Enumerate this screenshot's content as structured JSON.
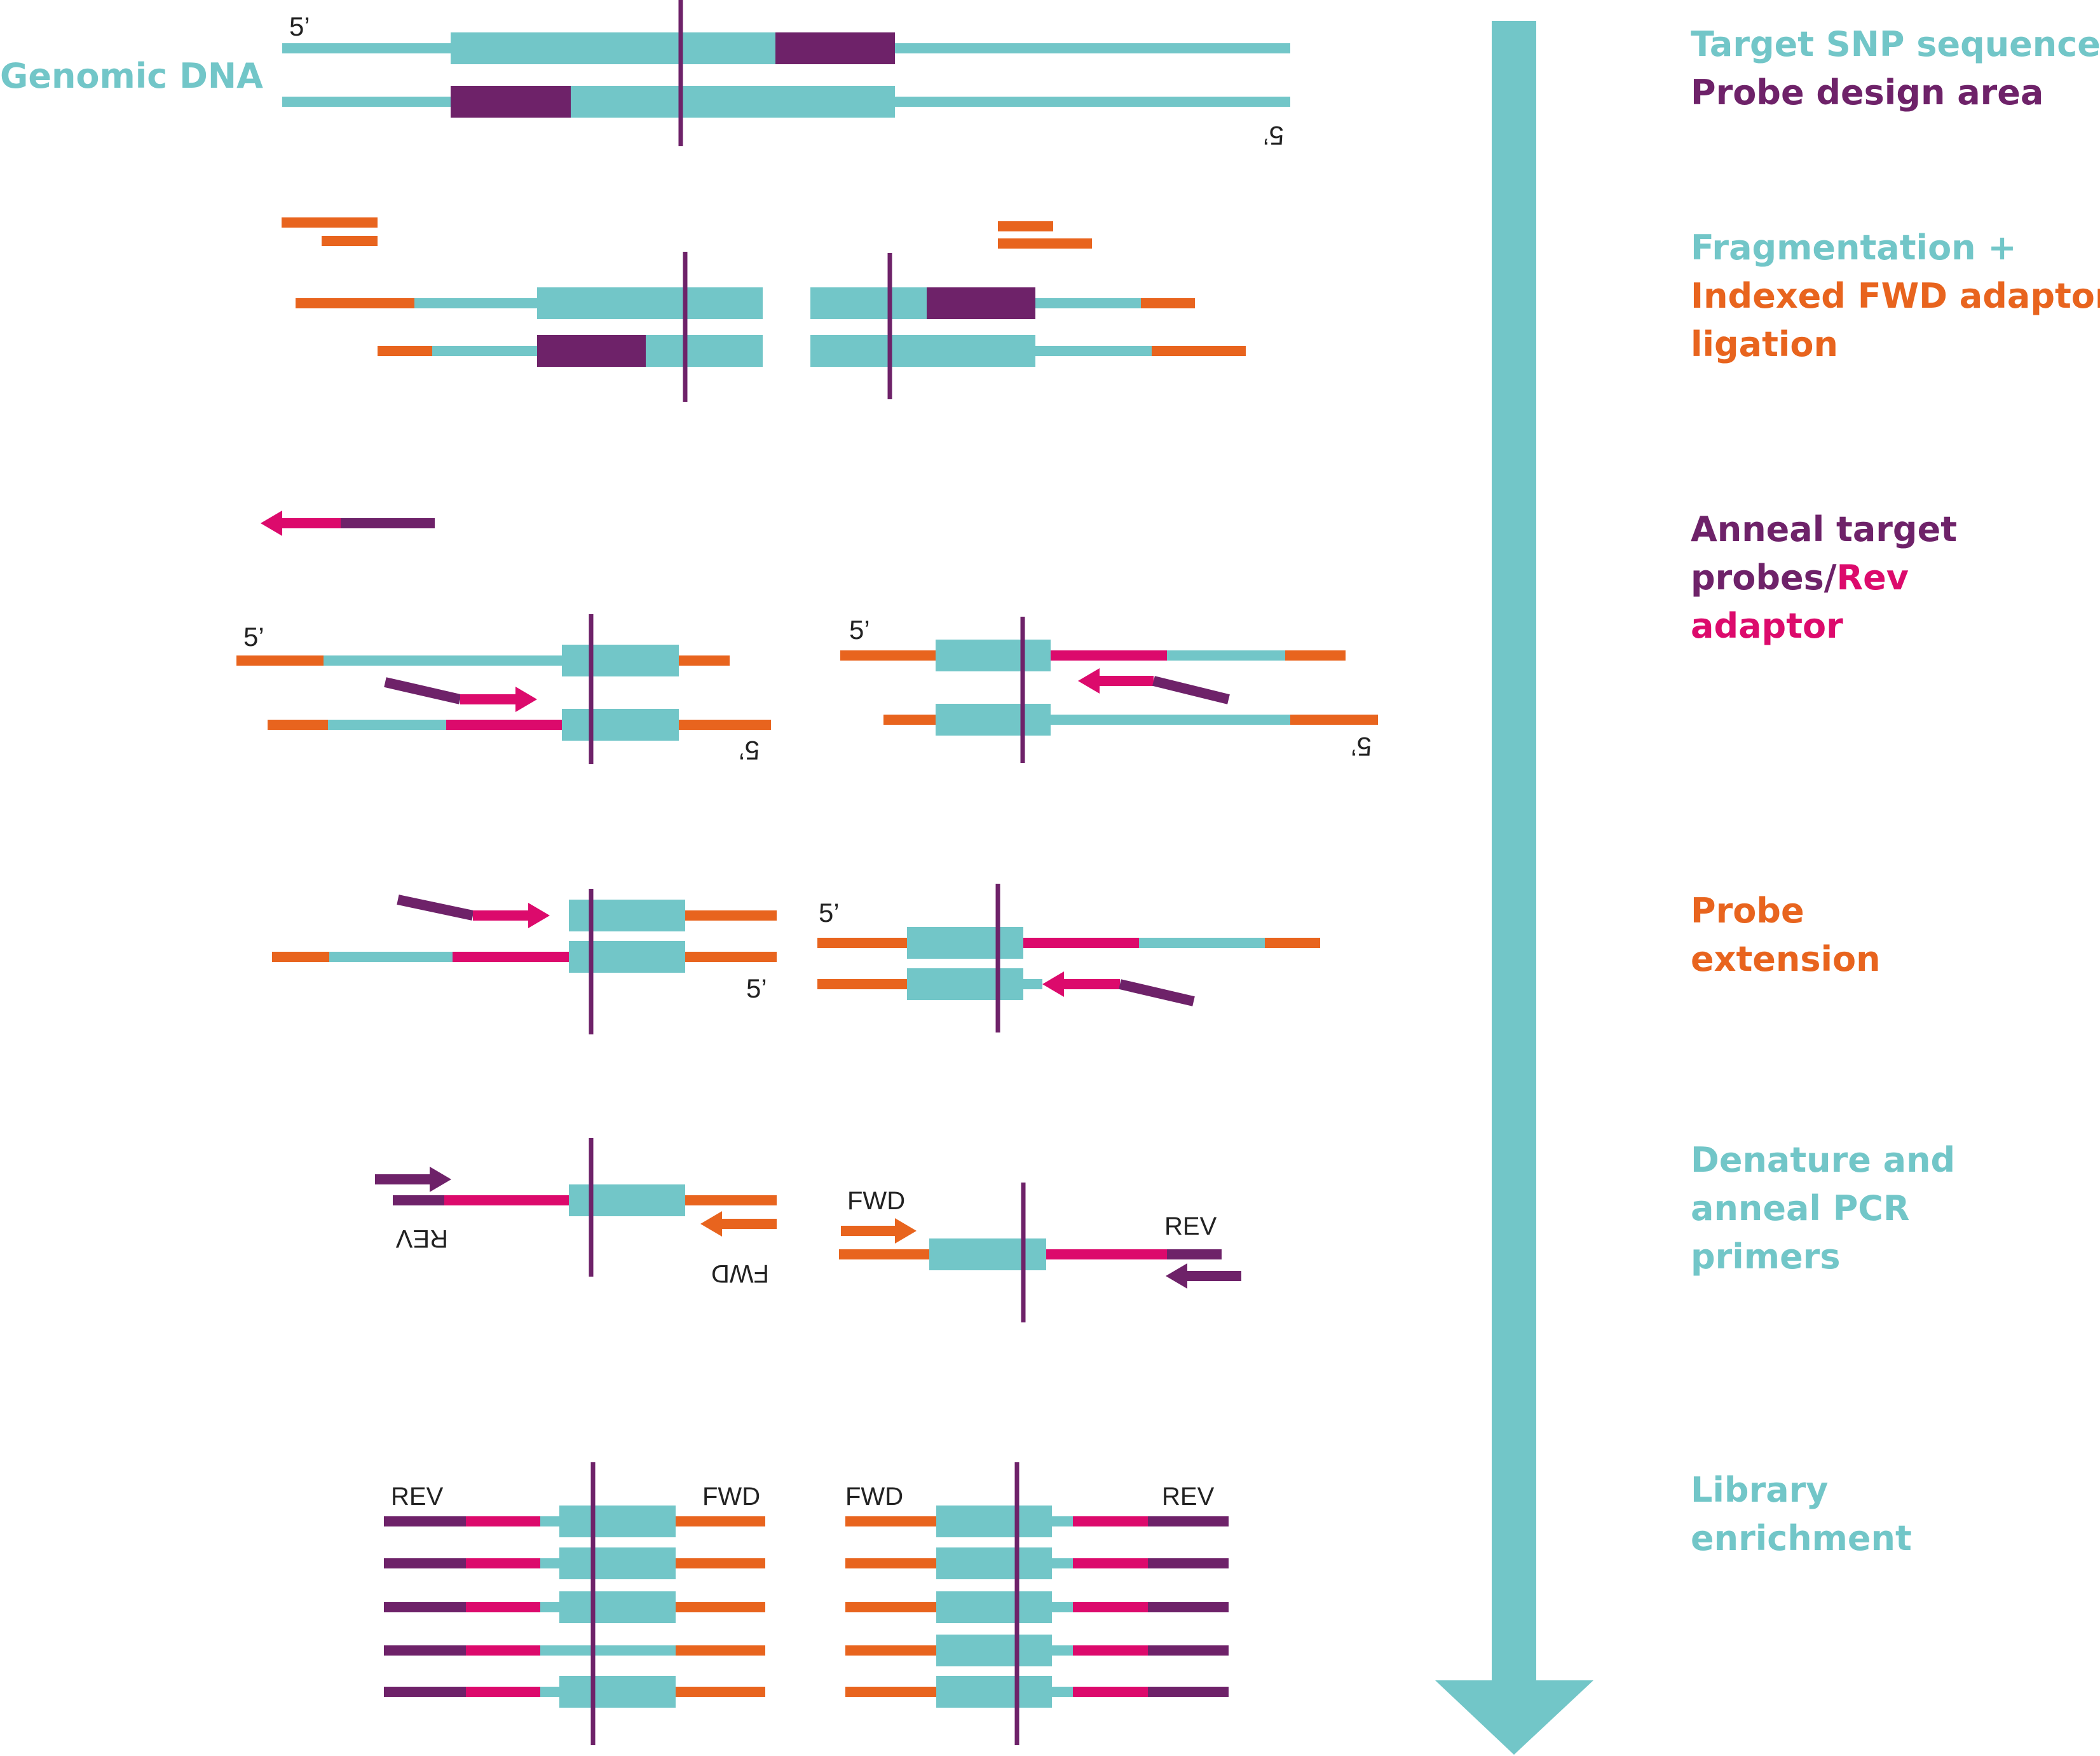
{
  "colors": {
    "teal": "#72c6c8",
    "purple": "#6e2269",
    "orange": "#e8641e",
    "pink": "#dc0a6c",
    "text": "#222222"
  },
  "genomic_label": "Genomic DNA",
  "five_prime": "5’",
  "primer_labels": {
    "rev": "REV",
    "fwd": "FWD"
  },
  "steps": [
    {
      "lines": [
        {
          "parts": [
            {
              "text": "Target SNP sequence",
              "color": "teal"
            }
          ]
        },
        {
          "parts": [
            {
              "text": "Probe design area",
              "color": "purple"
            }
          ]
        }
      ]
    },
    {
      "lines": [
        {
          "parts": [
            {
              "text": "Fragmentation +",
              "color": "teal"
            }
          ]
        },
        {
          "parts": [
            {
              "text": "Indexed FWD adaptor",
              "color": "orange"
            }
          ]
        },
        {
          "parts": [
            {
              "text": "ligation",
              "color": "orange"
            }
          ]
        }
      ]
    },
    {
      "lines": [
        {
          "parts": [
            {
              "text": "Anneal target",
              "color": "purple"
            }
          ]
        },
        {
          "parts": [
            {
              "text": "probes/",
              "color": "purple"
            },
            {
              "text": "Rev",
              "color": "pink"
            }
          ]
        },
        {
          "parts": [
            {
              "text": "adaptor",
              "color": "pink"
            }
          ]
        }
      ]
    },
    {
      "lines": [
        {
          "parts": [
            {
              "text": "Probe",
              "color": "orange"
            }
          ]
        },
        {
          "parts": [
            {
              "text": "extension",
              "color": "orange"
            }
          ]
        }
      ]
    },
    {
      "lines": [
        {
          "parts": [
            {
              "text": "Denature and",
              "color": "teal"
            }
          ]
        },
        {
          "parts": [
            {
              "text": "anneal PCR",
              "color": "teal"
            }
          ]
        },
        {
          "parts": [
            {
              "text": "primers",
              "color": "teal"
            }
          ]
        }
      ]
    },
    {
      "lines": [
        {
          "parts": [
            {
              "text": "Library",
              "color": "teal"
            }
          ]
        },
        {
          "parts": [
            {
              "text": "enrichment",
              "color": "teal"
            }
          ]
        }
      ]
    }
  ]
}
